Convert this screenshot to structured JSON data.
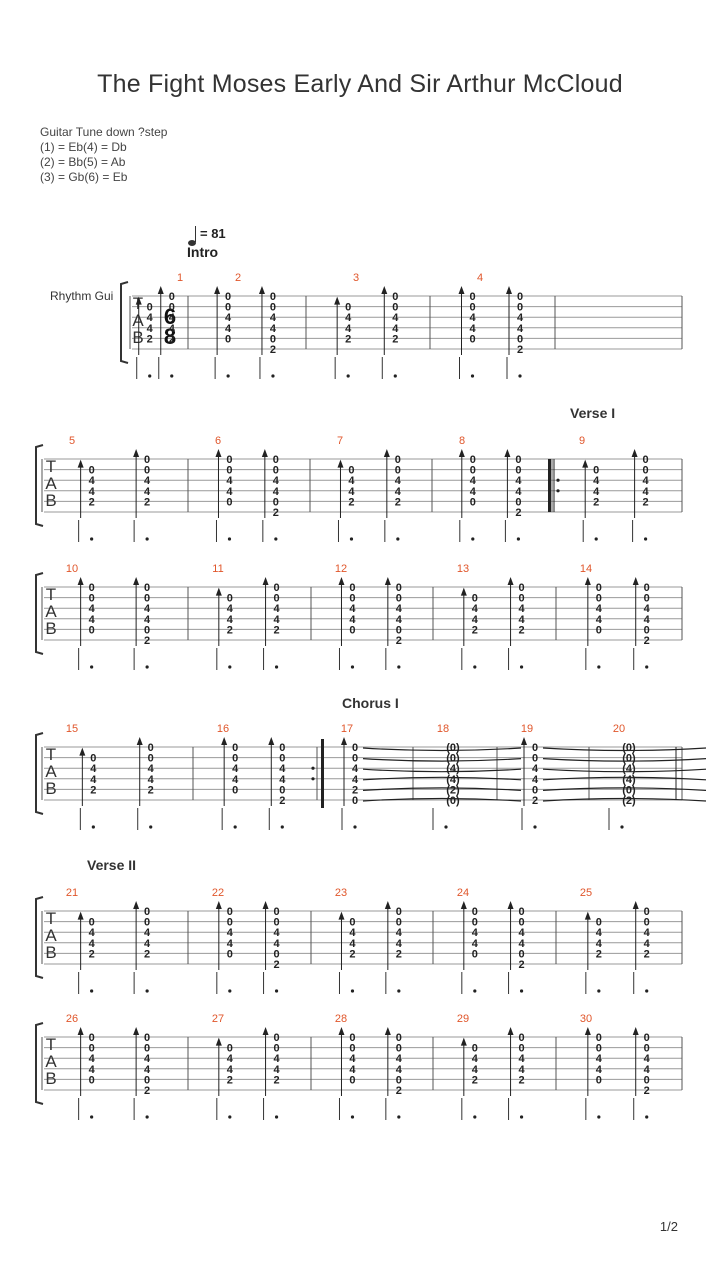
{
  "title": "The Fight Moses Early And Sir Arthur McCloud",
  "tuning": [
    "Guitar Tune down ?step",
    "(1) = Eb(4) = Db",
    "(2) = Bb(5) = Ab",
    "(3) = Gb(6) = Eb"
  ],
  "tempo": "= 81",
  "track": "Rhythm Gui",
  "time_signature": {
    "top": "6",
    "bottom": "8"
  },
  "tab_clef": [
    "T",
    "A",
    "B"
  ],
  "sections": {
    "intro": "Intro",
    "verse1": "Verse I",
    "chorus1": "Chorus I",
    "verse2": "Verse II"
  },
  "page": "1/2",
  "systems": [
    {
      "first_measure": 1,
      "measures": [
        {
          "number": "1",
          "chords": [
            [
              "0",
              "4",
              "4",
              "2"
            ],
            [
              "0",
              "0",
              "4",
              "4",
              "2"
            ]
          ]
        },
        {
          "number": "2",
          "chords": [
            [
              "0",
              "0",
              "4",
              "4",
              "0"
            ],
            [
              "0",
              "0",
              "4",
              "4",
              "0",
              "2"
            ]
          ]
        },
        {
          "number": "3",
          "chords": [
            [
              "0",
              "4",
              "4",
              "2"
            ],
            [
              "0",
              "0",
              "4",
              "4",
              "2"
            ]
          ]
        },
        {
          "number": "4",
          "chords": [
            [
              "0",
              "0",
              "4",
              "4",
              "0"
            ],
            [
              "0",
              "0",
              "4",
              "4",
              "0",
              "2"
            ]
          ]
        }
      ]
    },
    {
      "first_measure": 5,
      "measures": [
        {
          "number": "5",
          "chords": [
            [
              "0",
              "4",
              "4",
              "2"
            ],
            [
              "0",
              "0",
              "4",
              "4",
              "2"
            ]
          ]
        },
        {
          "number": "6",
          "chords": [
            [
              "0",
              "0",
              "4",
              "4",
              "0"
            ],
            [
              "0",
              "0",
              "4",
              "4",
              "0",
              "2"
            ]
          ]
        },
        {
          "number": "7",
          "chords": [
            [
              "0",
              "4",
              "4",
              "2"
            ],
            [
              "0",
              "0",
              "4",
              "4",
              "2"
            ]
          ]
        },
        {
          "number": "8",
          "chords": [
            [
              "0",
              "0",
              "4",
              "4",
              "0"
            ],
            [
              "0",
              "0",
              "4",
              "4",
              "0",
              "2"
            ]
          ]
        },
        {
          "number": "9",
          "chords": [
            [
              "0",
              "4",
              "4",
              "2"
            ],
            [
              "0",
              "0",
              "4",
              "4",
              "2"
            ]
          ]
        }
      ]
    },
    {
      "first_measure": 10,
      "measures": [
        {
          "number": "10",
          "chords": [
            [
              "0",
              "0",
              "4",
              "4",
              "0"
            ],
            [
              "0",
              "0",
              "4",
              "4",
              "0",
              "2"
            ]
          ]
        },
        {
          "number": "11",
          "chords": [
            [
              "0",
              "4",
              "4",
              "2"
            ],
            [
              "0",
              "0",
              "4",
              "4",
              "2"
            ]
          ]
        },
        {
          "number": "12",
          "chords": [
            [
              "0",
              "0",
              "4",
              "4",
              "0"
            ],
            [
              "0",
              "0",
              "4",
              "4",
              "0",
              "2"
            ]
          ]
        },
        {
          "number": "13",
          "chords": [
            [
              "0",
              "4",
              "4",
              "2"
            ],
            [
              "0",
              "0",
              "4",
              "4",
              "2"
            ]
          ]
        },
        {
          "number": "14",
          "chords": [
            [
              "0",
              "0",
              "4",
              "4",
              "0"
            ],
            [
              "0",
              "0",
              "4",
              "4",
              "0",
              "2"
            ]
          ]
        }
      ]
    },
    {
      "first_measure": 15,
      "measures": [
        {
          "number": "15",
          "chords": [
            [
              "0",
              "4",
              "4",
              "2"
            ],
            [
              "0",
              "0",
              "4",
              "4",
              "2"
            ]
          ]
        },
        {
          "number": "16",
          "chords": [
            [
              "0",
              "0",
              "4",
              "4",
              "0"
            ],
            [
              "0",
              "0",
              "4",
              "4",
              "0",
              "2"
            ]
          ]
        },
        {
          "number": "17",
          "chords": [
            [
              "0",
              "0",
              "4",
              "4",
              "2",
              "0"
            ]
          ]
        },
        {
          "number": "18",
          "chords": [
            [
              "(0)",
              "(0)",
              "(4)",
              "(4)",
              "(2)",
              "(0)"
            ]
          ]
        },
        {
          "number": "19",
          "chords": [
            [
              "0",
              "0",
              "4",
              "4",
              "0",
              "2"
            ]
          ]
        },
        {
          "number": "20",
          "chords": [
            [
              "(0)",
              "(0)",
              "(4)",
              "(4)",
              "(0)",
              "(2)"
            ]
          ]
        }
      ]
    },
    {
      "first_measure": 21,
      "measures": [
        {
          "number": "21",
          "chords": [
            [
              "0",
              "4",
              "4",
              "2"
            ],
            [
              "0",
              "0",
              "4",
              "4",
              "2"
            ]
          ]
        },
        {
          "number": "22",
          "chords": [
            [
              "0",
              "0",
              "4",
              "4",
              "0"
            ],
            [
              "0",
              "0",
              "4",
              "4",
              "0",
              "2"
            ]
          ]
        },
        {
          "number": "23",
          "chords": [
            [
              "0",
              "4",
              "4",
              "2"
            ],
            [
              "0",
              "0",
              "4",
              "4",
              "2"
            ]
          ]
        },
        {
          "number": "24",
          "chords": [
            [
              "0",
              "0",
              "4",
              "4",
              "0"
            ],
            [
              "0",
              "0",
              "4",
              "4",
              "0",
              "2"
            ]
          ]
        },
        {
          "number": "25",
          "chords": [
            [
              "0",
              "4",
              "4",
              "2"
            ],
            [
              "0",
              "0",
              "4",
              "4",
              "2"
            ]
          ]
        }
      ]
    },
    {
      "first_measure": 26,
      "measures": [
        {
          "number": "26",
          "chords": [
            [
              "0",
              "0",
              "4",
              "4",
              "0"
            ],
            [
              "0",
              "0",
              "4",
              "4",
              "0",
              "2"
            ]
          ]
        },
        {
          "number": "27",
          "chords": [
            [
              "0",
              "4",
              "4",
              "2"
            ],
            [
              "0",
              "0",
              "4",
              "4",
              "2"
            ]
          ]
        },
        {
          "number": "28",
          "chords": [
            [
              "0",
              "0",
              "4",
              "4",
              "0"
            ],
            [
              "0",
              "0",
              "4",
              "4",
              "0",
              "2"
            ]
          ]
        },
        {
          "number": "29",
          "chords": [
            [
              "0",
              "4",
              "4",
              "2"
            ],
            [
              "0",
              "0",
              "4",
              "4",
              "2"
            ]
          ]
        },
        {
          "number": "30",
          "chords": [
            [
              "0",
              "0",
              "4",
              "4",
              "0"
            ],
            [
              "0",
              "0",
              "4",
              "4",
              "0",
              "2"
            ]
          ]
        }
      ]
    }
  ]
}
